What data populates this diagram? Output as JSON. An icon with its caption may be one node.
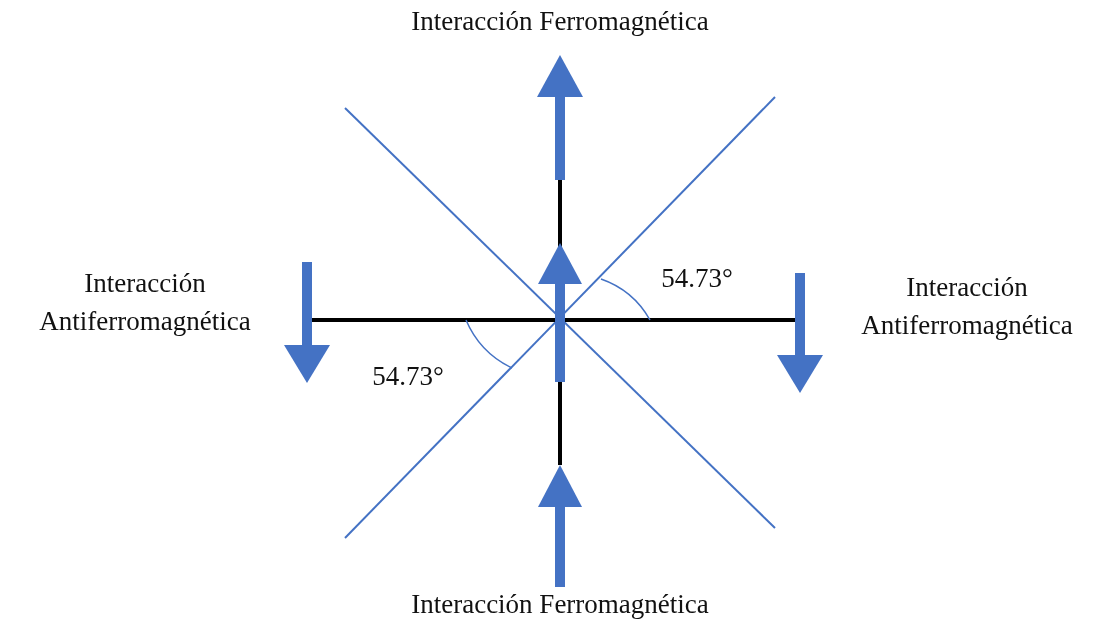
{
  "diagram": {
    "labels": [
      "Interacción Ferromagnética",
      "54.73°",
      "Interacción Antiferromagnética",
      "Interacción Antiferromagnética",
      "54.73°",
      "Interacción Ferromagnética"
    ]
  }
}
